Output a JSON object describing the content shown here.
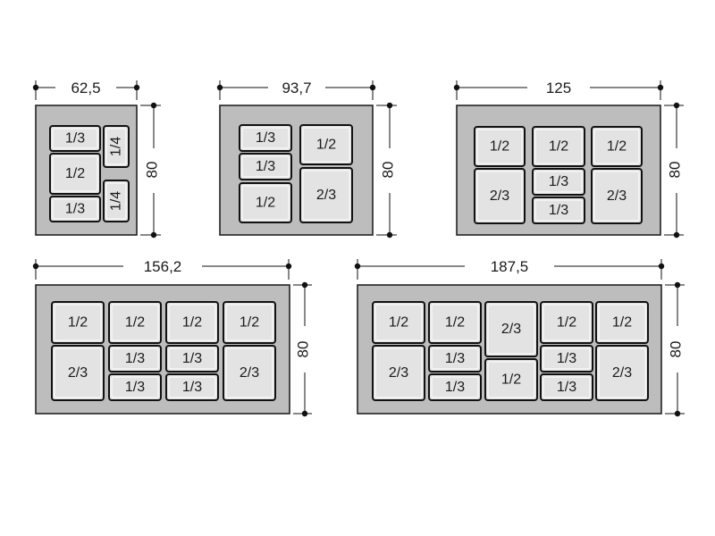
{
  "units": [
    {
      "width_label": "62,5",
      "height_label": "80",
      "pans": [
        {
          "label": "1/3"
        },
        {
          "label": "1/2"
        },
        {
          "label": "1/3"
        },
        {
          "label": "1/4"
        },
        {
          "label": "1/4"
        }
      ]
    },
    {
      "width_label": "93,7",
      "height_label": "80",
      "pans": [
        {
          "label": "1/3"
        },
        {
          "label": "1/3"
        },
        {
          "label": "1/2"
        },
        {
          "label": "1/2"
        },
        {
          "label": "2/3"
        }
      ]
    },
    {
      "width_label": "125",
      "height_label": "80",
      "pans": [
        {
          "label": "1/2"
        },
        {
          "label": "2/3"
        },
        {
          "label": "1/2"
        },
        {
          "label": "1/3"
        },
        {
          "label": "1/3"
        },
        {
          "label": "1/2"
        },
        {
          "label": "2/3"
        }
      ]
    },
    {
      "width_label": "156,2",
      "height_label": "80",
      "pans": [
        {
          "label": "1/2"
        },
        {
          "label": "2/3"
        },
        {
          "label": "1/2"
        },
        {
          "label": "1/3"
        },
        {
          "label": "1/3"
        },
        {
          "label": "1/2"
        },
        {
          "label": "1/3"
        },
        {
          "label": "1/3"
        },
        {
          "label": "1/2"
        },
        {
          "label": "2/3"
        }
      ]
    },
    {
      "width_label": "187,5",
      "height_label": "80",
      "pans": [
        {
          "label": "1/2"
        },
        {
          "label": "2/3"
        },
        {
          "label": "1/2"
        },
        {
          "label": "1/3"
        },
        {
          "label": "1/3"
        },
        {
          "label": "2/3"
        },
        {
          "label": "1/2"
        },
        {
          "label": "1/2"
        },
        {
          "label": "1/3"
        },
        {
          "label": "1/3"
        },
        {
          "label": "1/2"
        },
        {
          "label": "2/3"
        }
      ]
    }
  ],
  "colors": {
    "frame_fill": "#bdbdbd",
    "frame_stroke": "#222222",
    "pan_fill": "#e3e3e3",
    "pan_stroke": "#111111",
    "pan_inner_stroke": "#ffffff",
    "dim_line": "#111111"
  }
}
